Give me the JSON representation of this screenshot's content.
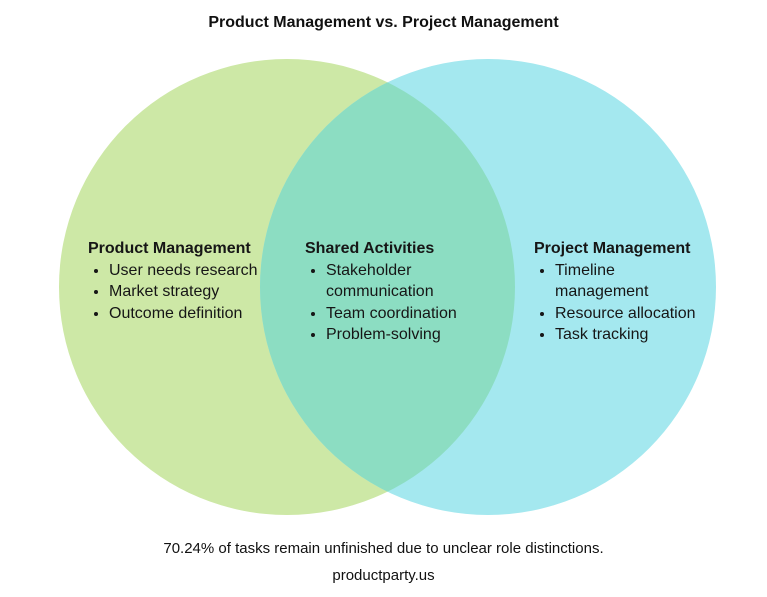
{
  "title": "Product Management vs. Project Management",
  "colors": {
    "left_circle": "#cde8a6",
    "right_circle": "#a4e8ef",
    "overlap": "#8cddc2"
  },
  "groups": {
    "left": {
      "heading": "Product Management",
      "items": [
        "User needs research",
        "Market strategy",
        "Outcome definition"
      ]
    },
    "middle": {
      "heading": "Shared Activities",
      "items": [
        "Stakeholder communication",
        "Team coordination",
        "Problem-solving"
      ]
    },
    "right": {
      "heading": "Project Management",
      "items": [
        "Timeline management",
        "Resource allocation",
        "Task tracking"
      ]
    }
  },
  "footer": {
    "note": "70.24% of tasks remain unfinished due to unclear role distinctions.",
    "site": "productparty.us"
  }
}
